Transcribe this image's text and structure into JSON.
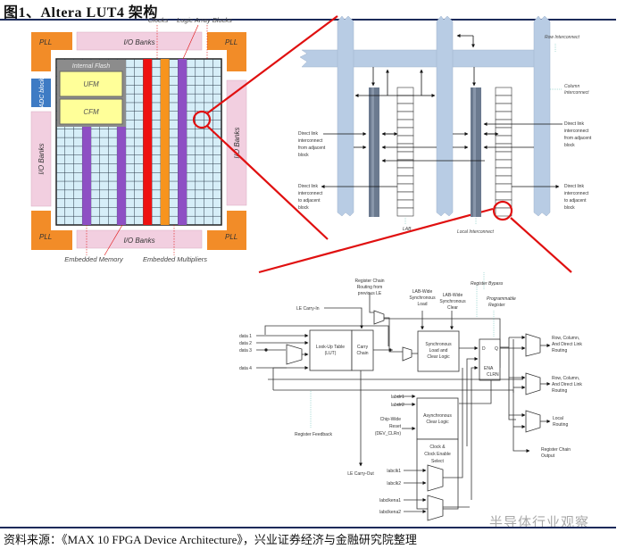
{
  "title": "图1、Altera LUT4 架构",
  "source": "资料来源：《MAX 10 FPGA Device Architecture》，兴业证券经济与金融研究院整理",
  "watermark": "半导体行业观察",
  "colors": {
    "pll": "#f28c28",
    "io_bank": "#f2cfe0",
    "adc": "#3e7bc4",
    "flash": "#8c8c8c",
    "ufm_cfm": "#ffff99",
    "lab_cell": "#d6eef8",
    "clock": "#ee1111",
    "multiplier": "#f7941d",
    "memory": "#8e4fc4",
    "interconnect": "#b8cce4",
    "local_interconnect": "#6b7a8f",
    "callout": "#e01010",
    "rule": "#1c2a5a"
  },
  "chip": {
    "pll_label": "PLL",
    "io_banks_label": "I/O Banks",
    "adc_label": "ADC block",
    "internal_flash_label": "Internal Flash",
    "ufm_label": "UFM",
    "cfm_label": "CFM",
    "clocks_label": "Clocks",
    "lab_label": "Logic Array Blocks",
    "embedded_memory_label": "Embedded Memory",
    "embedded_multipliers_label": "Embedded Multipliers"
  },
  "interconnect": {
    "row_interconnect": "Row Interconnect",
    "column_interconnect": [
      "Column",
      "Interconnect"
    ],
    "direct_link_from": [
      "Direct link",
      "interconnect",
      "from adjacent",
      "block"
    ],
    "direct_link_to": [
      "Direct link",
      "interconnect",
      "to adjacent",
      "block"
    ],
    "lab": "LAB",
    "local_interconnect": "Local Interconnect"
  },
  "le": {
    "le_carry_in": "LE Carry-In",
    "register_chain_routing": [
      "Register Chain",
      "Routing from",
      "previous LE"
    ],
    "lab_wide_sync_load": [
      "LAB-Wide",
      "Synchronous",
      "Load"
    ],
    "lab_wide_sync_clear": [
      "LAB-Wide",
      "Synchronous",
      "Clear"
    ],
    "register_bypass": "Register Bypass",
    "programmable_register": [
      "Programmable",
      "Register"
    ],
    "data_inputs": [
      "data 1",
      "data 2",
      "data 3",
      "data 4"
    ],
    "lut": [
      "Look-Up Table",
      "(LUT)"
    ],
    "carry_chain": [
      "Carry",
      "Chain"
    ],
    "sync_load_clear": [
      "Synchronous",
      "Load and",
      "Clear Logic"
    ],
    "ff_d": "D",
    "ff_q": "Q",
    "ff_ena": "ENA",
    "ff_clrn": "CLRN",
    "out_row_col_1": [
      "Row, Column,",
      "And Direct Link",
      "Routing"
    ],
    "out_row_col_2": [
      "Row, Column,",
      "And Direct Link",
      "Routing"
    ],
    "out_local": [
      "Local",
      "Routing"
    ],
    "out_reg_chain": [
      "Register Chain",
      "Output"
    ],
    "register_feedback": "Register Feedback",
    "labclr1": "labclr1",
    "labclr2": "labclr2",
    "chip_wide_reset": [
      "Chip-Wide",
      "Reset",
      "(DEV_CLRn)"
    ],
    "async_clear": [
      "Asynchronous",
      "Clear Logic"
    ],
    "clock_enable_select": [
      "Clock &",
      "Clock Enable",
      "Select"
    ],
    "labclk1": "labclk1",
    "labclk2": "labclk2",
    "labclkena1": "labclkena1",
    "labclkena2": "labclkena2",
    "le_carry_out": "LE Carry-Out"
  }
}
